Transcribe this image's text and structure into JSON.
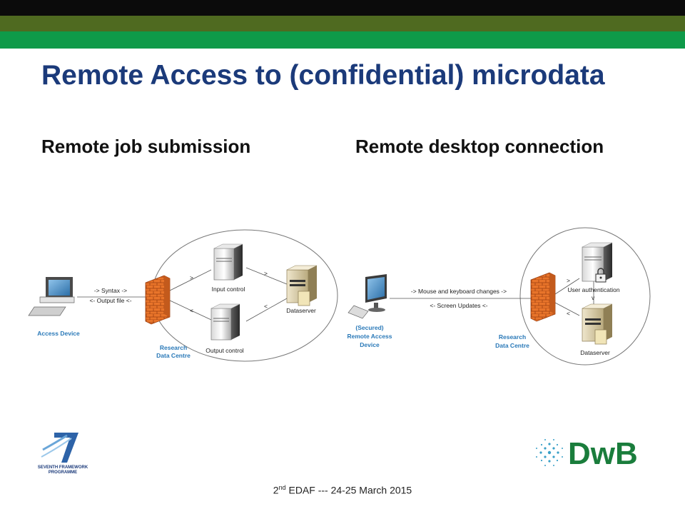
{
  "slide": {
    "title": "Remote Access to (confidential) microdata",
    "left_heading": "Remote job submission",
    "right_heading": "Remote desktop connection"
  },
  "left_diagram": {
    "syntax_label": "-> Syntax ->",
    "output_file_label": "<- Output file <-",
    "access_device": "Access Device",
    "input_control": "Input control",
    "output_control": "Output control",
    "dataserver": "Dataserver",
    "rdc_line1": "Research",
    "rdc_line2": "Data Centre"
  },
  "right_diagram": {
    "mouse_label": "-> Mouse and keyboard changes ->",
    "screen_label": "<- Screen Updates <-",
    "device_line1": "(Secured)",
    "device_line2": "Remote Access",
    "device_line3": "Device",
    "user_auth": "User authentication",
    "dataserver": "Dataserver",
    "rdc_line1": "Research",
    "rdc_line2": "Data Centre"
  },
  "footer": {
    "prefix": "2",
    "superscript": "nd",
    "rest": " EDAF --- 24-25 March 2015"
  },
  "logos": {
    "fp7_number": "7",
    "fp7_line1": "SEVENTH FRAMEWORK",
    "fp7_line2": "PROGRAMME",
    "dwb": "DwB"
  },
  "colors": {
    "title": "#1b3a7a",
    "band_black": "#0b0b0b",
    "band_olive": "#4f6a20",
    "band_green": "#0f9a49",
    "firewall": "#e8742a",
    "label_blue": "#2a79b8",
    "dwb_green": "#1a7d3c"
  }
}
